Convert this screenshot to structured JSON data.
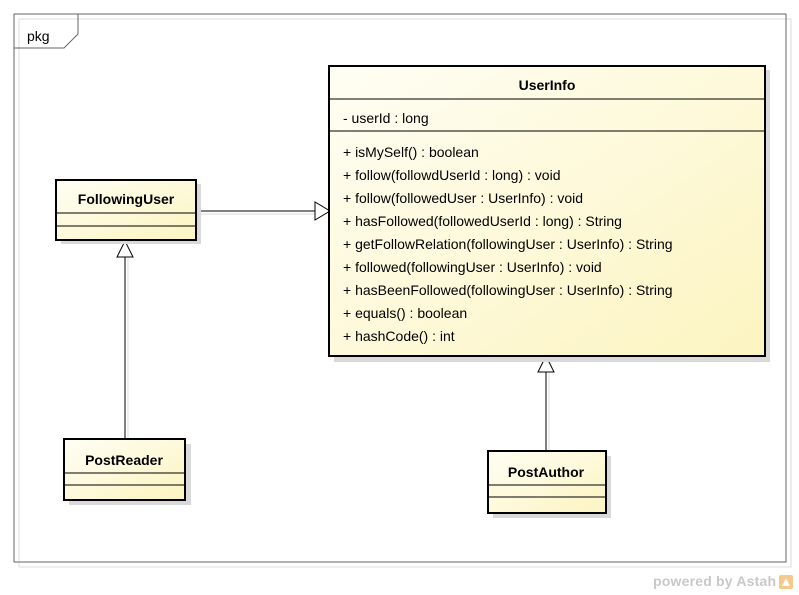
{
  "package": {
    "label": "pkg"
  },
  "classes": {
    "userinfo": {
      "name": "UserInfo",
      "attributes": [
        "- userId : long"
      ],
      "operations": [
        "+ isMySelf() : boolean",
        "+ follow(followdUserId : long) : void",
        "+ follow(followedUser : UserInfo) : void",
        "+ hasFollowed(followedUserId : long) : String",
        "+ getFollowRelation(followingUser : UserInfo) : String",
        "+ followed(followingUser : UserInfo) : void",
        "+ hasBeenFollowed(followingUser : UserInfo) : String",
        "+ equals() : boolean",
        "+ hashCode() : int"
      ]
    },
    "following_user": {
      "name": "FollowingUser"
    },
    "post_reader": {
      "name": "PostReader"
    },
    "post_author": {
      "name": "PostAuthor"
    }
  },
  "watermark": {
    "text": "powered by Astah"
  },
  "colors": {
    "class_fill_top": "#fffef2",
    "class_fill_bottom": "#fdf6c6",
    "border": "#000000",
    "frame": "#555555",
    "shadow": "#d9d9d9"
  }
}
